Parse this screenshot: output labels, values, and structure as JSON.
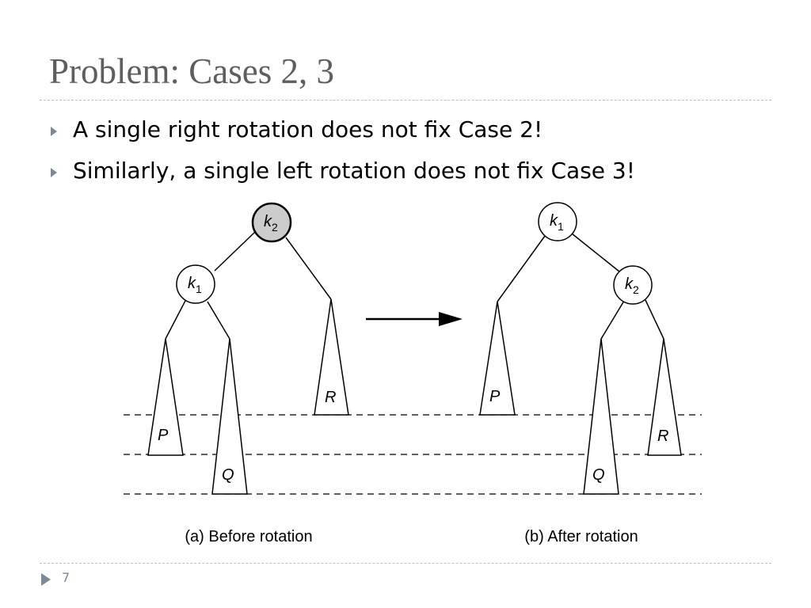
{
  "slide": {
    "title": "Problem: Cases 2, 3",
    "bullets": [
      "A single right rotation does not fix Case 2!",
      "Similarly, a single left rotation does not fix Case 3!"
    ],
    "page_number": "7"
  },
  "diagram": {
    "before": {
      "caption": "(a) Before rotation",
      "root": {
        "label": "k",
        "sub": "2",
        "highlighted": true
      },
      "child": {
        "label": "k",
        "sub": "1"
      },
      "subtrees": [
        "P",
        "Q",
        "R"
      ]
    },
    "after": {
      "caption": "(b) After rotation",
      "root": {
        "label": "k",
        "sub": "1"
      },
      "child": {
        "label": "k",
        "sub": "2"
      },
      "subtrees": [
        "P",
        "Q",
        "R"
      ]
    },
    "colors": {
      "highlight_fill": "#cccccc",
      "title_color": "#5e5e5e",
      "accent": "#7d8a95"
    }
  }
}
